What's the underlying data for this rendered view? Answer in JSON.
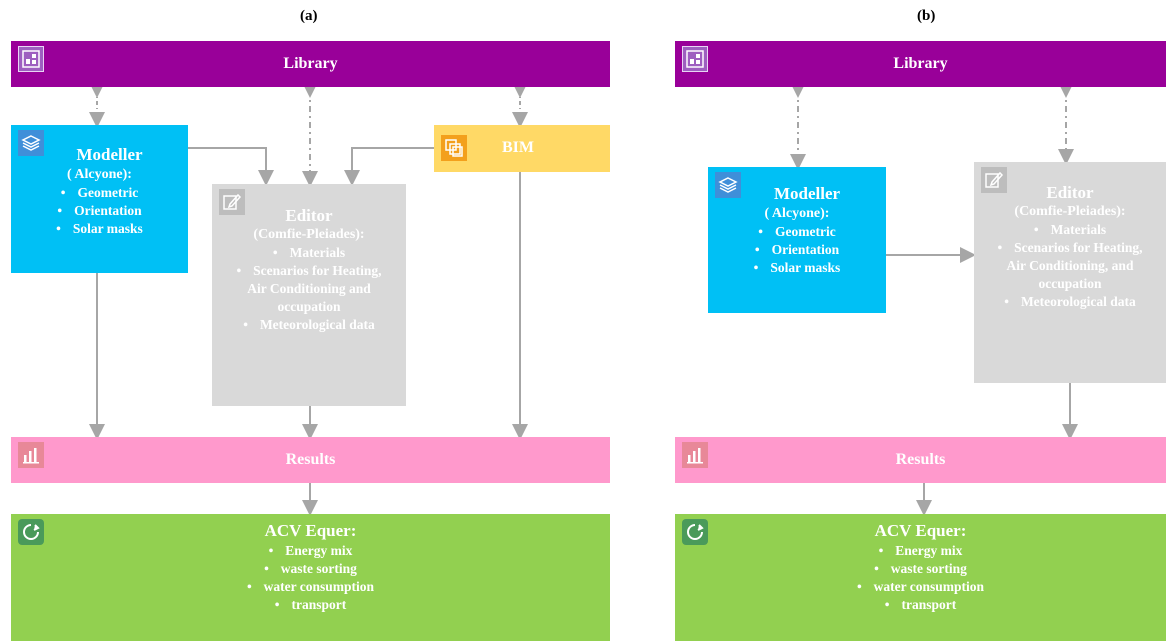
{
  "panel_a": {
    "label": "(a)",
    "library": "Library",
    "modeller": {
      "title": "Modeller",
      "subtitle": "( Alcyone):",
      "items": [
        "Geometric",
        "Orientation",
        "Solar masks"
      ]
    },
    "bim": "BIM",
    "editor": {
      "title": "Editor",
      "subtitle": "(Comfie-Pleiades):",
      "items": [
        "Materials",
        "Scenarios for Heating, Air Conditioning and occupation",
        "Meteorological data"
      ]
    },
    "results": "Results",
    "acv": {
      "title": "ACV Equer:",
      "items": [
        "Energy mix",
        "waste sorting",
        "water consumption",
        "transport"
      ]
    }
  },
  "panel_b": {
    "label": "(b)",
    "library": "Library",
    "modeller": {
      "title": "Modeller",
      "subtitle": "( Alcyone):",
      "items": [
        "Geometric",
        "Orientation",
        "Solar masks"
      ]
    },
    "editor": {
      "title": "Editor",
      "subtitle": "(Comfie-Pleiades):",
      "items": [
        "Materials",
        "Scenarios for Heating, Air Conditioning, and occupation",
        "Meteorological data"
      ]
    },
    "results": "Results",
    "acv": {
      "title": "ACV Equer:",
      "items": [
        "Energy mix",
        "waste sorting",
        "water consumption",
        "transport"
      ]
    }
  },
  "colors": {
    "library": "#990099",
    "modeller": "#00c0f5",
    "editor": "#d9d9d9",
    "bim": "#ffd966",
    "results": "#ff99cc",
    "acv": "#92d050",
    "arrow": "#a6a6a6"
  },
  "icons": [
    "library-icon",
    "layers-icon",
    "edit-icon",
    "bim-icon",
    "results-chart-icon",
    "recycle-icon"
  ]
}
